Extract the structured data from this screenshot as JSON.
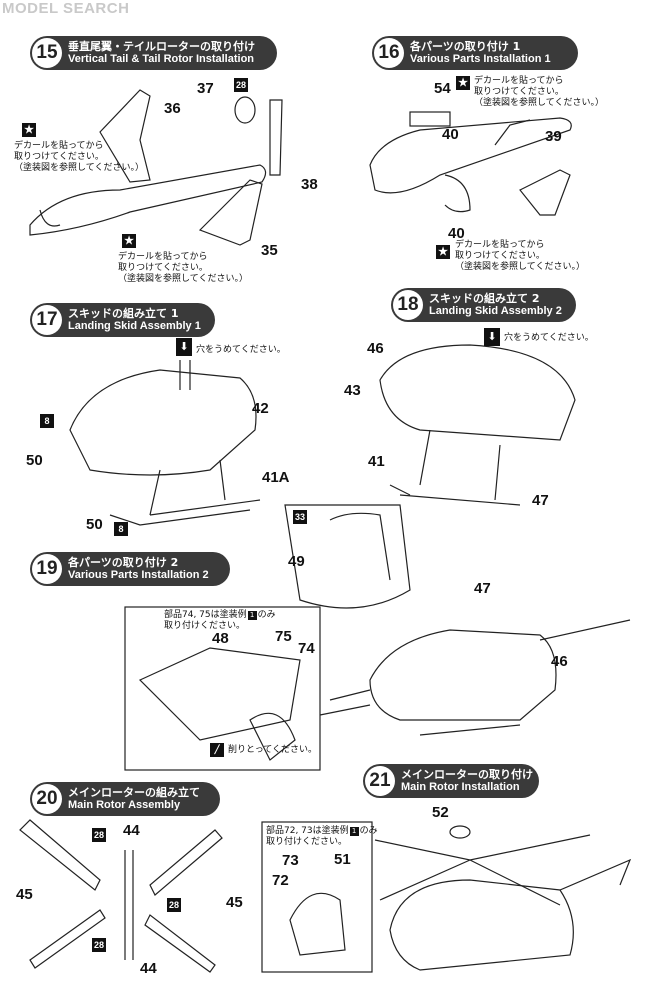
{
  "watermark": "MODEL SEARCH",
  "steps": [
    {
      "num": "15",
      "jp": "垂直尾翼・テイルローターの取り付け",
      "en": "Vertical Tail & Tail Rotor Installation"
    },
    {
      "num": "16",
      "jp": "各パーツの取り付け 1",
      "en": "Various Parts Installation 1"
    },
    {
      "num": "17",
      "jp": "スキッドの組み立て 1",
      "en": "Landing Skid Assembly 1"
    },
    {
      "num": "18",
      "jp": "スキッドの組み立て 2",
      "en": "Landing Skid Assembly 2"
    },
    {
      "num": "19",
      "jp": "各パーツの取り付け 2",
      "en": "Various Parts Installation 2"
    },
    {
      "num": "20",
      "jp": "メインローターの組み立て",
      "en": "Main Rotor Assembly"
    },
    {
      "num": "21",
      "jp": "メインローターの取り付け",
      "en": "Main Rotor Installation"
    }
  ],
  "notes": {
    "decal_line1": "デカールを貼ってから",
    "decal_line2": "取りつけてください。",
    "decal_line3": "（塗装図を参照してください。）",
    "fill_hole": "穴をうめてください。",
    "parts_74_75": "部品74, 75は塗装例",
    "parts_74_75_b": "のみ",
    "parts_72_73": "部品72, 73は塗装例",
    "parts_72_73_b": "のみ",
    "attach": "取り付けください。",
    "cut_off": "削りとってください。",
    "star": "★",
    "one": "1"
  },
  "parts": {
    "p36": "36",
    "p37": "37",
    "p28": "28",
    "p38": "38",
    "p35": "35",
    "p54": "54",
    "p40": "40",
    "p39": "39",
    "p42": "42",
    "p8": "8",
    "p50": "50",
    "p41A": "41A",
    "p46": "46",
    "p43": "43",
    "p41": "41",
    "p47": "47",
    "p33": "33",
    "p49": "49",
    "p48": "48",
    "p75": "75",
    "p74": "74",
    "p44": "44",
    "p45": "45",
    "p52": "52",
    "p73": "73",
    "p72": "72",
    "p51": "51"
  }
}
